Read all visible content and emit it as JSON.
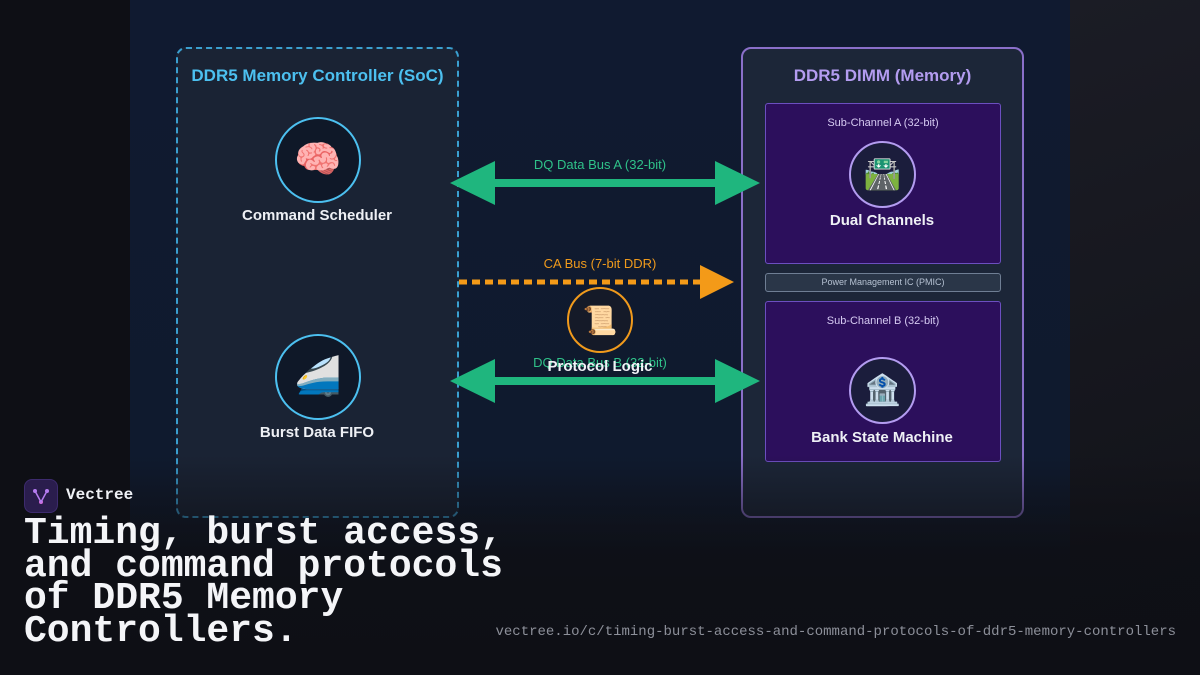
{
  "soc": {
    "title": "DDR5 Memory Controller (SoC)",
    "nodes": [
      {
        "icon": "🧠",
        "icon_name": "brain-icon",
        "label": "Command Scheduler"
      },
      {
        "icon": "🚄",
        "icon_name": "bullet-train-icon",
        "label": "Burst Data FIFO"
      }
    ]
  },
  "dimm": {
    "title": "DDR5 DIMM (Memory)",
    "sub_a": {
      "title": "Sub-Channel A (32-bit)",
      "icon": "🛣️",
      "icon_name": "motorway-icon",
      "label": "Dual Channels"
    },
    "pmic": "Power Management IC (PMIC)",
    "sub_b": {
      "title": "Sub-Channel B (32-bit)",
      "icon": "🏦",
      "icon_name": "bank-icon",
      "label": "Bank State Machine"
    }
  },
  "buses": {
    "dq_a": "DQ Data Bus A (32-bit)",
    "ca": "CA Bus (7-bit DDR)",
    "dq_b": "DQ Data Bus B (32-bit)"
  },
  "protocol": {
    "icon": "📜",
    "icon_name": "scroll-icon",
    "label": "Protocol Logic"
  },
  "colors": {
    "green": "#1fb67e",
    "orange": "#f39a18",
    "soc_accent": "#4cc0f0",
    "dimm_accent": "#b39cf0"
  },
  "brand": {
    "name": "Vectree"
  },
  "headline": "Timing, burst access, and command protocols of DDR5 Memory Controllers.",
  "url": "vectree.io/c/timing-burst-access-and-command-protocols-of-ddr5-memory-controllers"
}
